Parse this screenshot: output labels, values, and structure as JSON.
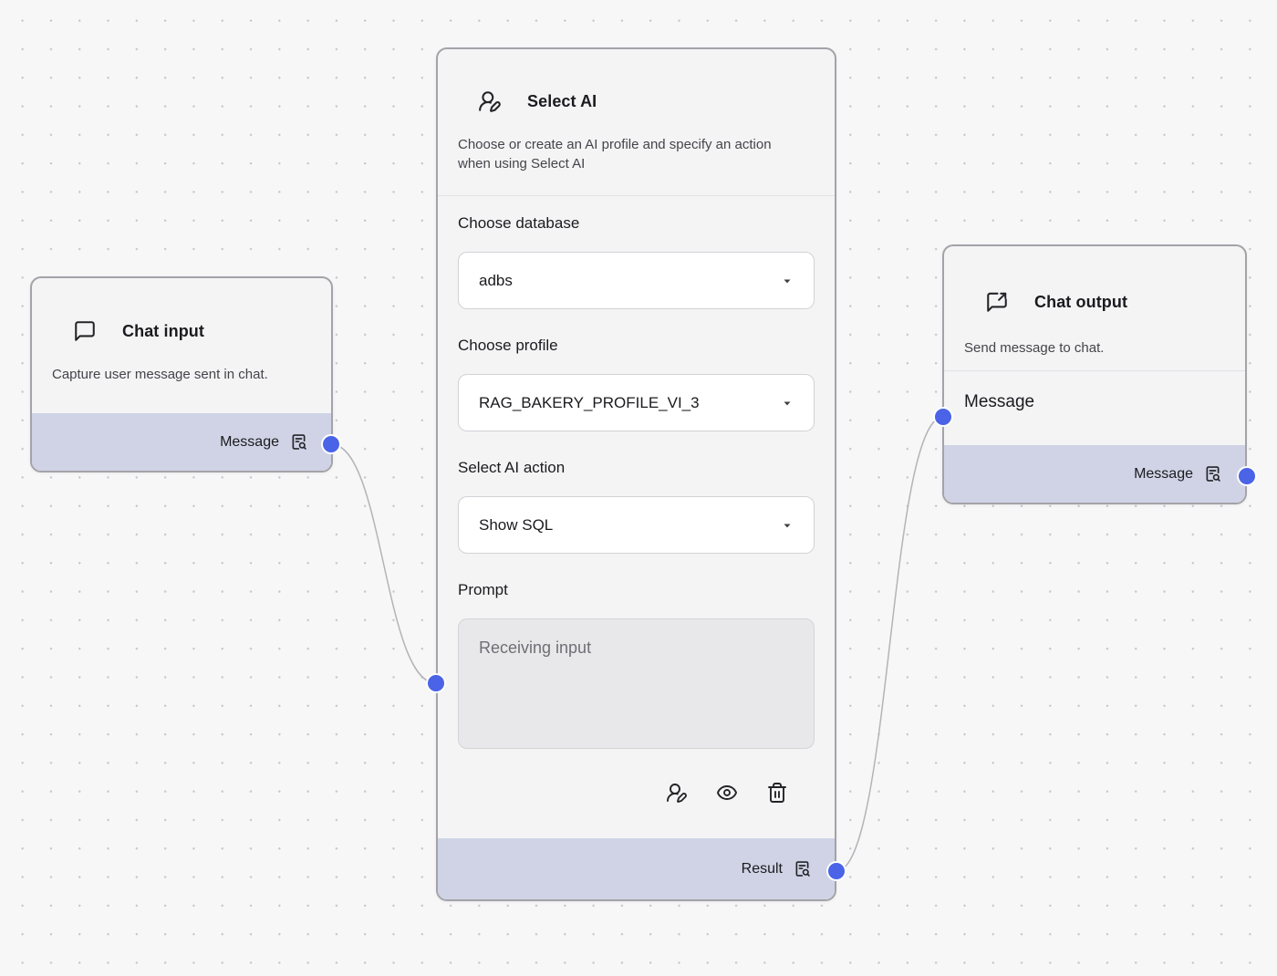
{
  "colors": {
    "accent_blue": "#4a63e7",
    "footer_lavender": "#cfd3e5",
    "node_background": "#f4f4f5",
    "node_border": "#a3a3a8",
    "canvas_background": "#f7f7f8",
    "edge_gray": "#b4b4b8"
  },
  "nodes": {
    "chat_input": {
      "icon": "message-square-icon",
      "title": "Chat input",
      "description": "Capture user message sent in chat.",
      "output": {
        "label": "Message",
        "icon": "list-search-icon"
      }
    },
    "select_ai": {
      "icon": "user-pen-icon",
      "title": "Select AI",
      "description": "Choose or create an AI profile and specify an action when using Select AI",
      "fields": [
        {
          "label": "Choose database",
          "value": "adbs"
        },
        {
          "label": "Choose profile",
          "value": "RAG_BAKERY_PROFILE_VI_3"
        },
        {
          "label": "Select AI action",
          "value": "Show SQL"
        },
        {
          "label": "Prompt",
          "placeholder": "Receiving input"
        }
      ],
      "actions": [
        "user-pen-icon",
        "eye-icon",
        "trash-icon"
      ],
      "output": {
        "label": "Result",
        "icon": "list-search-icon"
      }
    },
    "chat_output": {
      "icon": "message-share-icon",
      "title": "Chat output",
      "description": "Send message to chat.",
      "input": {
        "label": "Message"
      },
      "output": {
        "label": "Message",
        "icon": "list-search-icon"
      }
    }
  }
}
